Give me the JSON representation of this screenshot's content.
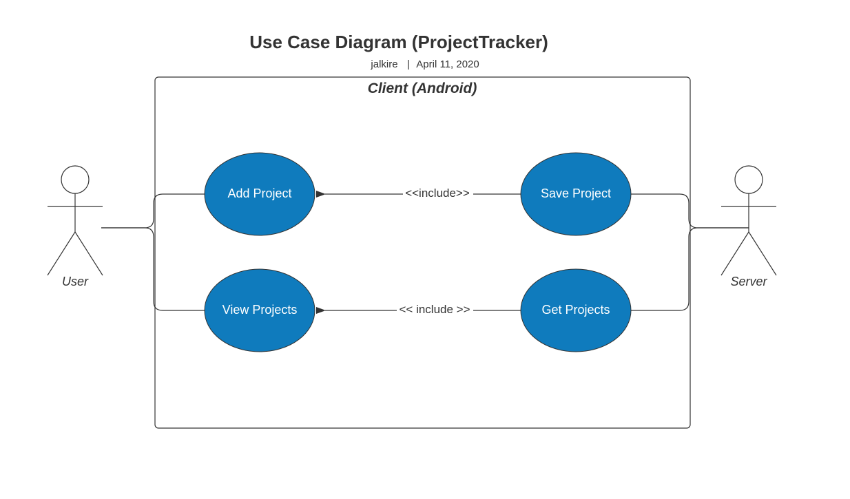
{
  "title": "Use Case Diagram (ProjectTracker)",
  "subtitle": {
    "author": "jalkire",
    "separator": "|",
    "date": "April 11, 2020"
  },
  "boundary": {
    "label": "Client (Android)"
  },
  "actors": {
    "user": "User",
    "server": "Server"
  },
  "use_cases": {
    "add_project": "Add Project",
    "view_projects": "View Projects",
    "save_project": "Save Project",
    "get_projects": "Get Projects"
  },
  "relations": {
    "include_add": "<<include>>",
    "include_view": "<< include >>"
  },
  "colors": {
    "use_case_fill": "#0f7bbd",
    "line": "#333333",
    "background": "#ffffff"
  }
}
